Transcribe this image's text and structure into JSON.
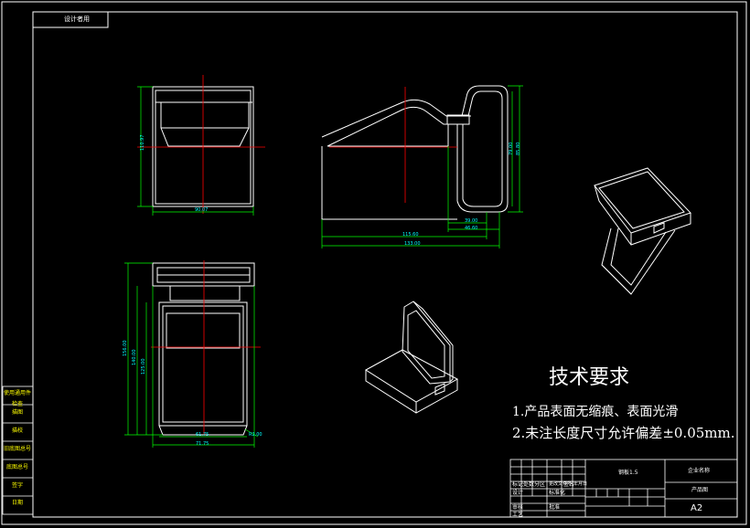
{
  "drawing": {
    "tag_label": "设计者用",
    "tech_title": "技术要求",
    "tech_req_1": "1.产品表面无缩痕、表面光滑",
    "tech_req_2": "2.未注长度尺寸允许偏差±0.05mm.",
    "sheet_size": "A2",
    "title_block": {
      "material": "钢板1.5",
      "company": "企业名称",
      "product": "产品图",
      "row_labels": [
        "标记",
        "处数",
        "分区",
        "更改文件号",
        "签名",
        "年月日"
      ],
      "small_labels": [
        "设计",
        "标准化",
        "审核",
        "工艺",
        "批准"
      ]
    },
    "side_table": [
      "使用通用件检查",
      "描图",
      "描校",
      "旧底图总号",
      "底图总号",
      "签字",
      "日期"
    ]
  },
  "dimensions": {
    "front_width": "90.07",
    "front_height": "110.97",
    "side_total": "133.00",
    "side_mid": "115.60",
    "side_small_1": "39.00",
    "side_small_2": "46.60",
    "side_right_1": "79.00",
    "side_right_2": "85.80",
    "bottom_width_1": "61.75",
    "bottom_width_2": "71.75",
    "bottom_h_1": "156.00",
    "bottom_h_2": "140.00",
    "bottom_h_3": "125.00",
    "bottom_r": "R2.00"
  },
  "colors": {
    "line": "#ffffff",
    "center": "#ff0000",
    "dimension": "#00ff00",
    "dim_text": "#00ffff"
  }
}
